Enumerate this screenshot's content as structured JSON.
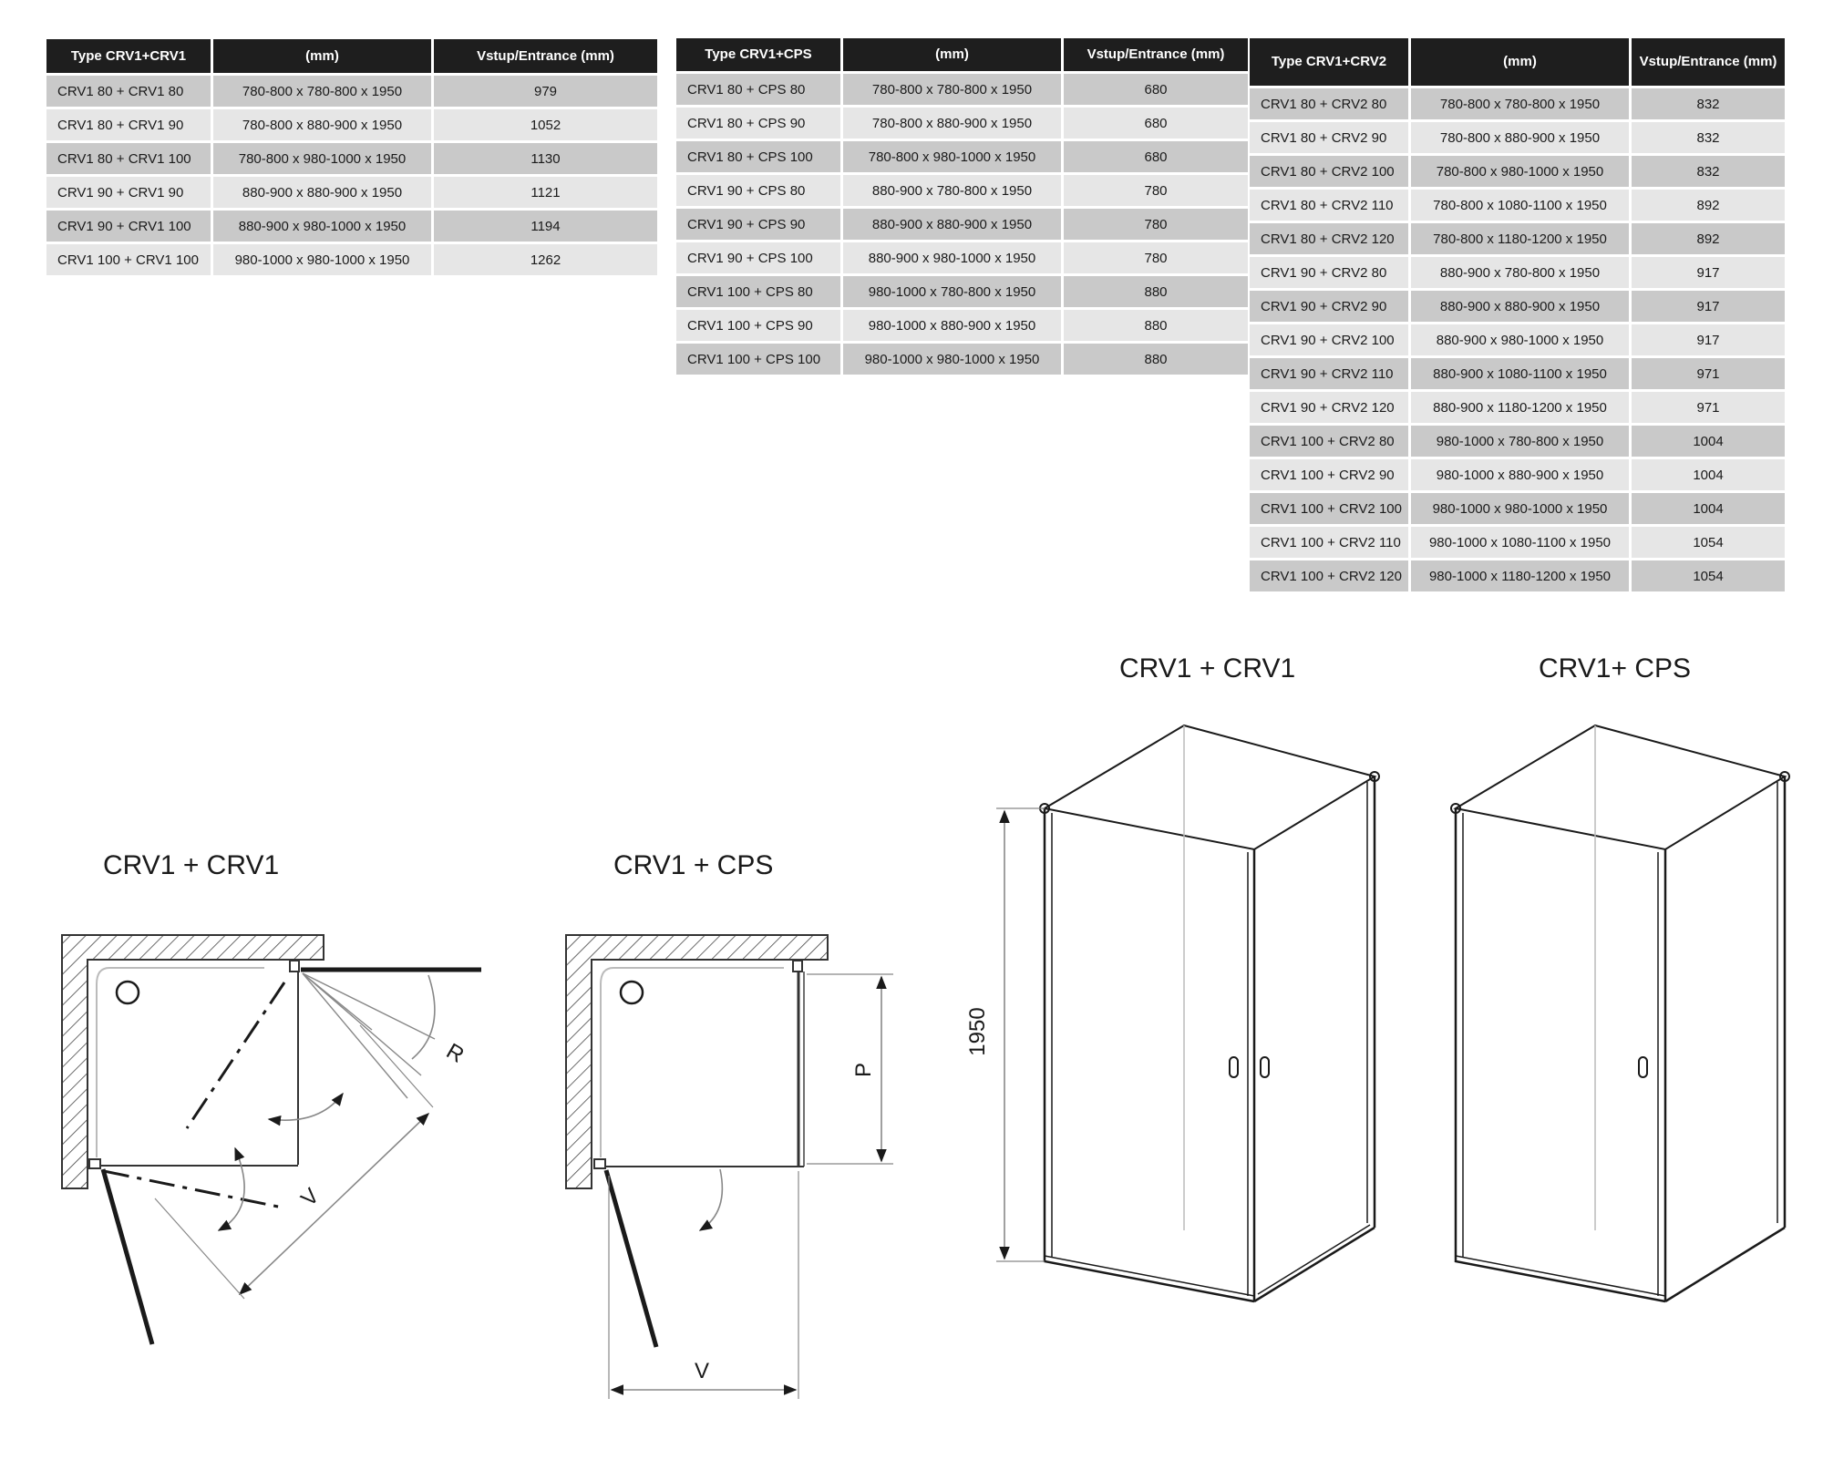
{
  "tables": {
    "crv1_crv1": {
      "headers": [
        "Type CRV1+CRV1",
        "(mm)",
        "Vstup/Entrance (mm)"
      ],
      "rows": [
        [
          "CRV1 80 + CRV1 80",
          "780-800 x 780-800 x 1950",
          "979"
        ],
        [
          "CRV1 80 + CRV1 90",
          "780-800 x 880-900 x 1950",
          "1052"
        ],
        [
          "CRV1 80 + CRV1 100",
          "780-800 x 980-1000 x 1950",
          "1130"
        ],
        [
          "CRV1 90 + CRV1 90",
          "880-900 x 880-900 x 1950",
          "1121"
        ],
        [
          "CRV1 90 + CRV1 100",
          "880-900 x 980-1000 x 1950",
          "1194"
        ],
        [
          "CRV1 100 + CRV1 100",
          "980-1000 x 980-1000 x 1950",
          "1262"
        ]
      ]
    },
    "crv1_cps": {
      "headers": [
        "Type CRV1+CPS",
        "(mm)",
        "Vstup/Entrance (mm)"
      ],
      "rows": [
        [
          "CRV1 80 + CPS 80",
          "780-800 x 780-800 x 1950",
          "680"
        ],
        [
          "CRV1 80 + CPS 90",
          "780-800 x 880-900 x 1950",
          "680"
        ],
        [
          "CRV1 80 + CPS 100",
          "780-800 x 980-1000 x 1950",
          "680"
        ],
        [
          "CRV1 90 + CPS 80",
          "880-900 x 780-800 x 1950",
          "780"
        ],
        [
          "CRV1 90 + CPS 90",
          "880-900 x 880-900 x 1950",
          "780"
        ],
        [
          "CRV1 90 + CPS 100",
          "880-900 x 980-1000 x 1950",
          "780"
        ],
        [
          "CRV1 100 + CPS 80",
          "980-1000 x 780-800 x 1950",
          "880"
        ],
        [
          "CRV1 100 + CPS 90",
          "980-1000 x 880-900 x 1950",
          "880"
        ],
        [
          "CRV1 100 + CPS 100",
          "980-1000 x 980-1000 x 1950",
          "880"
        ]
      ]
    },
    "crv1_crv2": {
      "headers": [
        "Type CRV1+CRV2",
        "(mm)",
        "Vstup/Entrance (mm)"
      ],
      "rows": [
        [
          "CRV1 80 + CRV2 80",
          "780-800 x 780-800 x 1950",
          "832"
        ],
        [
          "CRV1 80 + CRV2 90",
          "780-800 x 880-900 x 1950",
          "832"
        ],
        [
          "CRV1 80 + CRV2 100",
          "780-800 x 980-1000 x 1950",
          "832"
        ],
        [
          "CRV1 80 + CRV2 110",
          "780-800 x 1080-1100 x 1950",
          "892"
        ],
        [
          "CRV1 80 + CRV2 120",
          "780-800 x 1180-1200 x 1950",
          "892"
        ],
        [
          "CRV1 90 + CRV2 80",
          "880-900 x 780-800 x 1950",
          "917"
        ],
        [
          "CRV1 90 + CRV2 90",
          "880-900 x 880-900 x 1950",
          "917"
        ],
        [
          "CRV1 90 + CRV2 100",
          "880-900 x 980-1000 x 1950",
          "917"
        ],
        [
          "CRV1 90 + CRV2 110",
          "880-900 x 1080-1100 x 1950",
          "971"
        ],
        [
          "CRV1 90 + CRV2 120",
          "880-900 x 1180-1200 x 1950",
          "971"
        ],
        [
          "CRV1 100 + CRV2 80",
          "980-1000 x 780-800 x 1950",
          "1004"
        ],
        [
          "CRV1 100 + CRV2 90",
          "980-1000 x 880-900 x 1950",
          "1004"
        ],
        [
          "CRV1 100 + CRV2 100",
          "980-1000 x 980-1000 x 1950",
          "1004"
        ],
        [
          "CRV1 100 + CRV2 110",
          "980-1000 x 1080-1100 x 1950",
          "1054"
        ],
        [
          "CRV1 100 + CRV2 120",
          "980-1000 x 1180-1200 x 1950",
          "1054"
        ]
      ]
    }
  },
  "diagrams": {
    "plan_crv1_title": "CRV1 + CRV1",
    "plan_cps_title": "CRV1 + CPS",
    "iso_crv1_title": "CRV1 + CRV1",
    "iso_cps_title": "CRV1+ CPS",
    "label_r": "R",
    "label_v": "V",
    "label_p": "P",
    "label_height": "1950"
  }
}
